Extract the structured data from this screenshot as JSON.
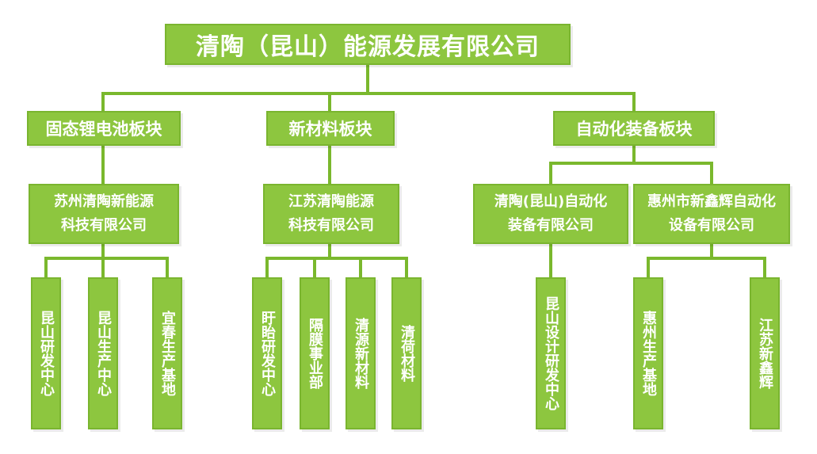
{
  "root": "清陶（昆山）能源发展有限公司",
  "divisions": [
    {
      "label": "固态锂电池板块",
      "companies": [
        {
          "line1": "苏州清陶新能源",
          "line2": "科技有限公司",
          "units": [
            "昆山研发中心",
            "昆山生产中心",
            "宜春生产基地"
          ]
        }
      ]
    },
    {
      "label": "新材料板块",
      "companies": [
        {
          "line1": "江苏清陶能源",
          "line2": "科技有限公司",
          "units": [
            "盱眙研发中心",
            "隔膜事业部",
            "清源新材料",
            "清荷材料"
          ]
        }
      ]
    },
    {
      "label": "自动化装备板块",
      "companies": [
        {
          "line1": "清陶(昆山)自动化",
          "line2": "装备有限公司",
          "units": [
            "昆山设计研发中心"
          ]
        },
        {
          "line1": "惠州市新鑫辉自动化",
          "line2": "设备有限公司",
          "units": [
            "惠州生产基地",
            "江苏新鑫辉"
          ]
        }
      ]
    }
  ],
  "colors": {
    "box_fill": "#8dc63f",
    "box_border": "#7ab52f",
    "line": "#7ab82d",
    "text": "#ffffff"
  }
}
